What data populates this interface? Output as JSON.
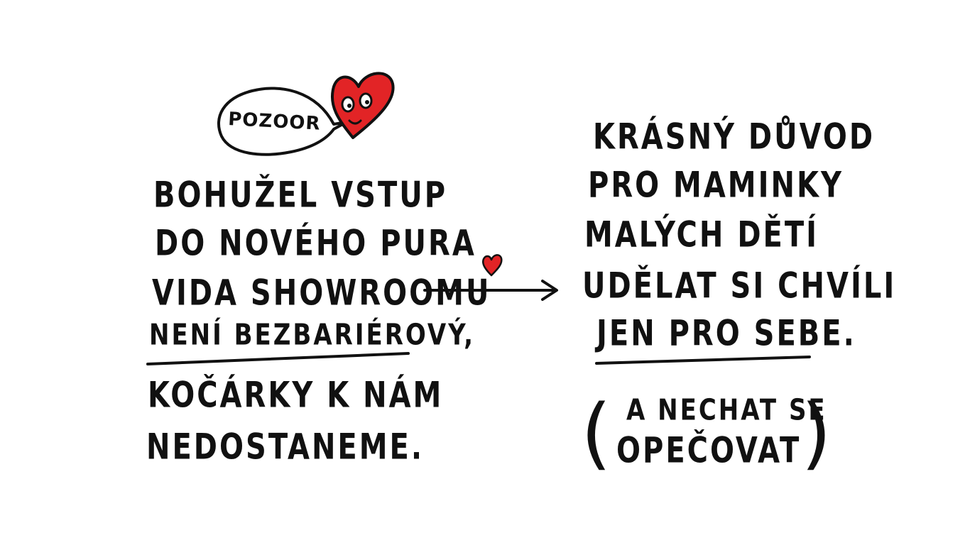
{
  "bubble": {
    "text": "PoZoor"
  },
  "left": {
    "lines": [
      "Bohužel vstup",
      "do nového Pura",
      "Vida showroomu",
      "není bezbariérový,",
      "kočárky k nám",
      "nedostaneme."
    ]
  },
  "right": {
    "lines": [
      "Krásný důvod",
      "pro maminky",
      "malých dětí",
      "udělat si chvíli",
      "jen pro sebe."
    ],
    "aside": {
      "open_paren": "(",
      "line1": "a nechat se",
      "line2": "opečovat",
      "close_paren": ")"
    }
  },
  "colors": {
    "ink": "#111111",
    "heart": "#e22426",
    "background": "#ffffff"
  }
}
